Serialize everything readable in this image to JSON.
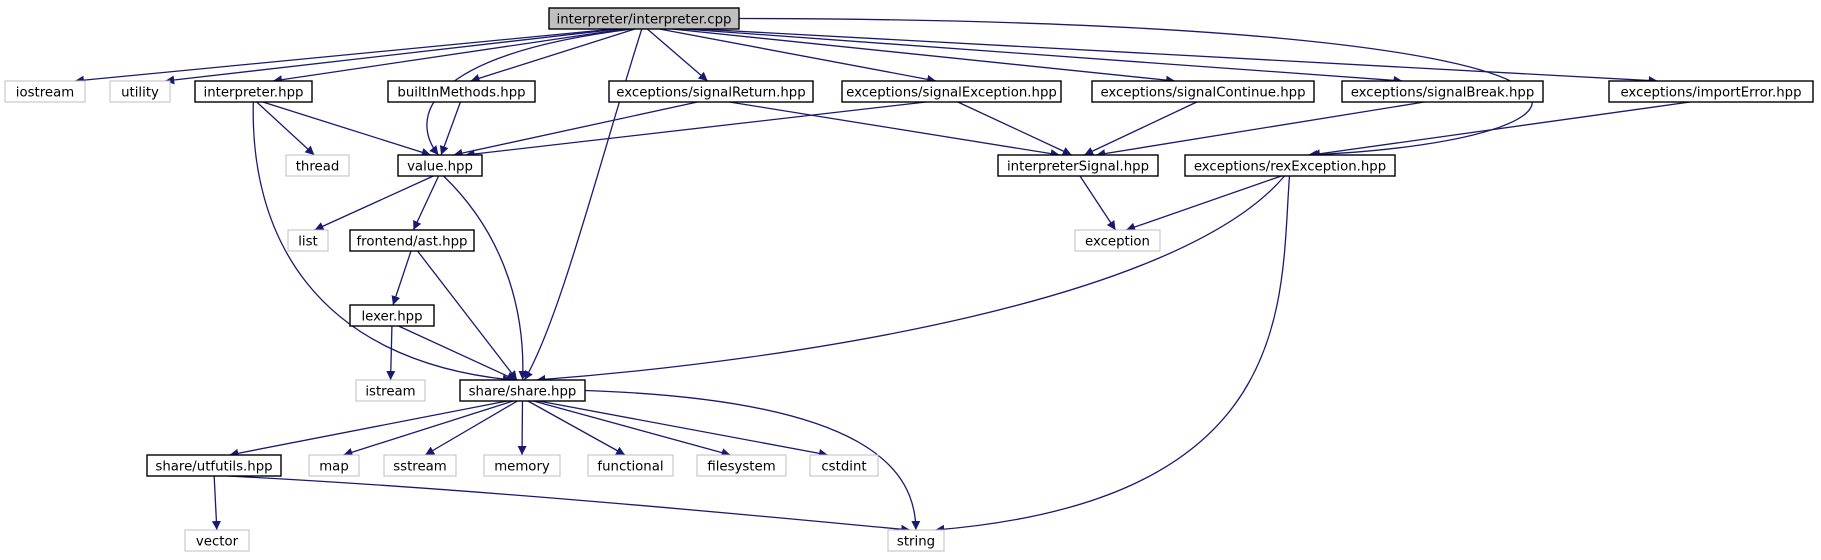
{
  "colors": {
    "edge": "#191970",
    "root_fill": "#bfbfbf",
    "root_border": "#000000",
    "project_border": "#000000",
    "external_border": "#bfbfbf",
    "external_text": "#404040",
    "background": "#ffffff"
  },
  "graph": {
    "nodes": [
      {
        "id": "root",
        "label": "interpreter/interpreter.cpp",
        "kind": "root"
      },
      {
        "id": "iostream",
        "label": "iostream",
        "kind": "external"
      },
      {
        "id": "utility",
        "label": "utility",
        "kind": "external"
      },
      {
        "id": "interp_hpp",
        "label": "interpreter.hpp",
        "kind": "project"
      },
      {
        "id": "builtin",
        "label": "builtInMethods.hpp",
        "kind": "project"
      },
      {
        "id": "sigret",
        "label": "exceptions/signalReturn.hpp",
        "kind": "project"
      },
      {
        "id": "sigexc",
        "label": "exceptions/signalException.hpp",
        "kind": "project"
      },
      {
        "id": "sigcont",
        "label": "exceptions/signalContinue.hpp",
        "kind": "project"
      },
      {
        "id": "sigbreak",
        "label": "exceptions/signalBreak.hpp",
        "kind": "project"
      },
      {
        "id": "imperr",
        "label": "exceptions/importError.hpp",
        "kind": "project"
      },
      {
        "id": "thread",
        "label": "thread",
        "kind": "external"
      },
      {
        "id": "value",
        "label": "value.hpp",
        "kind": "project"
      },
      {
        "id": "isig",
        "label": "interpreterSignal.hpp",
        "kind": "project"
      },
      {
        "id": "rexexc",
        "label": "exceptions/rexException.hpp",
        "kind": "project"
      },
      {
        "id": "list",
        "label": "list",
        "kind": "external"
      },
      {
        "id": "ast",
        "label": "frontend/ast.hpp",
        "kind": "project"
      },
      {
        "id": "exception",
        "label": "exception",
        "kind": "external"
      },
      {
        "id": "lexer",
        "label": "lexer.hpp",
        "kind": "project"
      },
      {
        "id": "istream",
        "label": "istream",
        "kind": "external"
      },
      {
        "id": "share",
        "label": "share/share.hpp",
        "kind": "project"
      },
      {
        "id": "utf",
        "label": "share/utfutils.hpp",
        "kind": "project"
      },
      {
        "id": "map",
        "label": "map",
        "kind": "external"
      },
      {
        "id": "sstream",
        "label": "sstream",
        "kind": "external"
      },
      {
        "id": "memory",
        "label": "memory",
        "kind": "external"
      },
      {
        "id": "functional",
        "label": "functional",
        "kind": "external"
      },
      {
        "id": "filesystem",
        "label": "filesystem",
        "kind": "external"
      },
      {
        "id": "cstdint",
        "label": "cstdint",
        "kind": "external"
      },
      {
        "id": "vector",
        "label": "vector",
        "kind": "external"
      },
      {
        "id": "string",
        "label": "string",
        "kind": "external"
      }
    ],
    "edges": [
      [
        "root",
        "iostream"
      ],
      [
        "root",
        "utility"
      ],
      [
        "root",
        "interp_hpp"
      ],
      [
        "root",
        "value"
      ],
      [
        "root",
        "builtin"
      ],
      [
        "root",
        "share"
      ],
      [
        "root",
        "sigret"
      ],
      [
        "root",
        "sigexc"
      ],
      [
        "root",
        "sigcont"
      ],
      [
        "root",
        "sigbreak"
      ],
      [
        "root",
        "imperr"
      ],
      [
        "root",
        "rexexc"
      ],
      [
        "interp_hpp",
        "thread"
      ],
      [
        "interp_hpp",
        "value"
      ],
      [
        "interp_hpp",
        "share"
      ],
      [
        "builtin",
        "value"
      ],
      [
        "sigret",
        "value"
      ],
      [
        "sigret",
        "isig"
      ],
      [
        "sigexc",
        "value"
      ],
      [
        "sigexc",
        "isig"
      ],
      [
        "sigcont",
        "isig"
      ],
      [
        "sigbreak",
        "isig"
      ],
      [
        "imperr",
        "rexexc"
      ],
      [
        "isig",
        "exception"
      ],
      [
        "rexexc",
        "exception"
      ],
      [
        "rexexc",
        "share"
      ],
      [
        "rexexc",
        "string"
      ],
      [
        "value",
        "list"
      ],
      [
        "value",
        "ast"
      ],
      [
        "value",
        "share"
      ],
      [
        "ast",
        "lexer"
      ],
      [
        "ast",
        "share"
      ],
      [
        "lexer",
        "istream"
      ],
      [
        "lexer",
        "share"
      ],
      [
        "share",
        "utf"
      ],
      [
        "share",
        "map"
      ],
      [
        "share",
        "sstream"
      ],
      [
        "share",
        "memory"
      ],
      [
        "share",
        "functional"
      ],
      [
        "share",
        "filesystem"
      ],
      [
        "share",
        "cstdint"
      ],
      [
        "share",
        "string"
      ],
      [
        "utf",
        "vector"
      ],
      [
        "utf",
        "string"
      ]
    ]
  }
}
